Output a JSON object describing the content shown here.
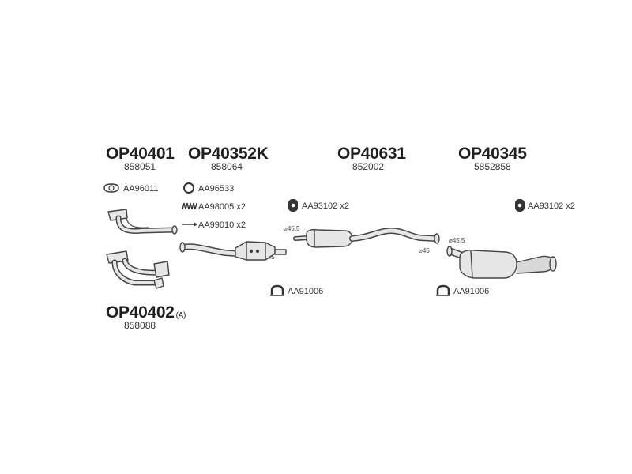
{
  "parts": [
    {
      "code": "OP40401",
      "ref": "858051"
    },
    {
      "code": "OP40352K",
      "ref": "858064"
    },
    {
      "code": "OP40631",
      "ref": "852002"
    },
    {
      "code": "OP40345",
      "ref": "5852858"
    },
    {
      "code": "OP40402",
      "suffix": "(A)",
      "ref": "858088"
    }
  ],
  "accessories": {
    "gasket_ring": "AA96011",
    "o_ring": "AA96533",
    "spring_bolt": "AA98005 x2",
    "bolt": "AA99010 x2",
    "rubber_hanger_1": "AA93102 x2",
    "rubber_hanger_2": "AA93102 x2",
    "clamp_1": "AA91006",
    "clamp_2": "AA91006"
  },
  "dimensions": {
    "d1": "⌀45.5",
    "d2": "⌀45",
    "d3": "⌀45",
    "d4": "⌀45.5"
  }
}
